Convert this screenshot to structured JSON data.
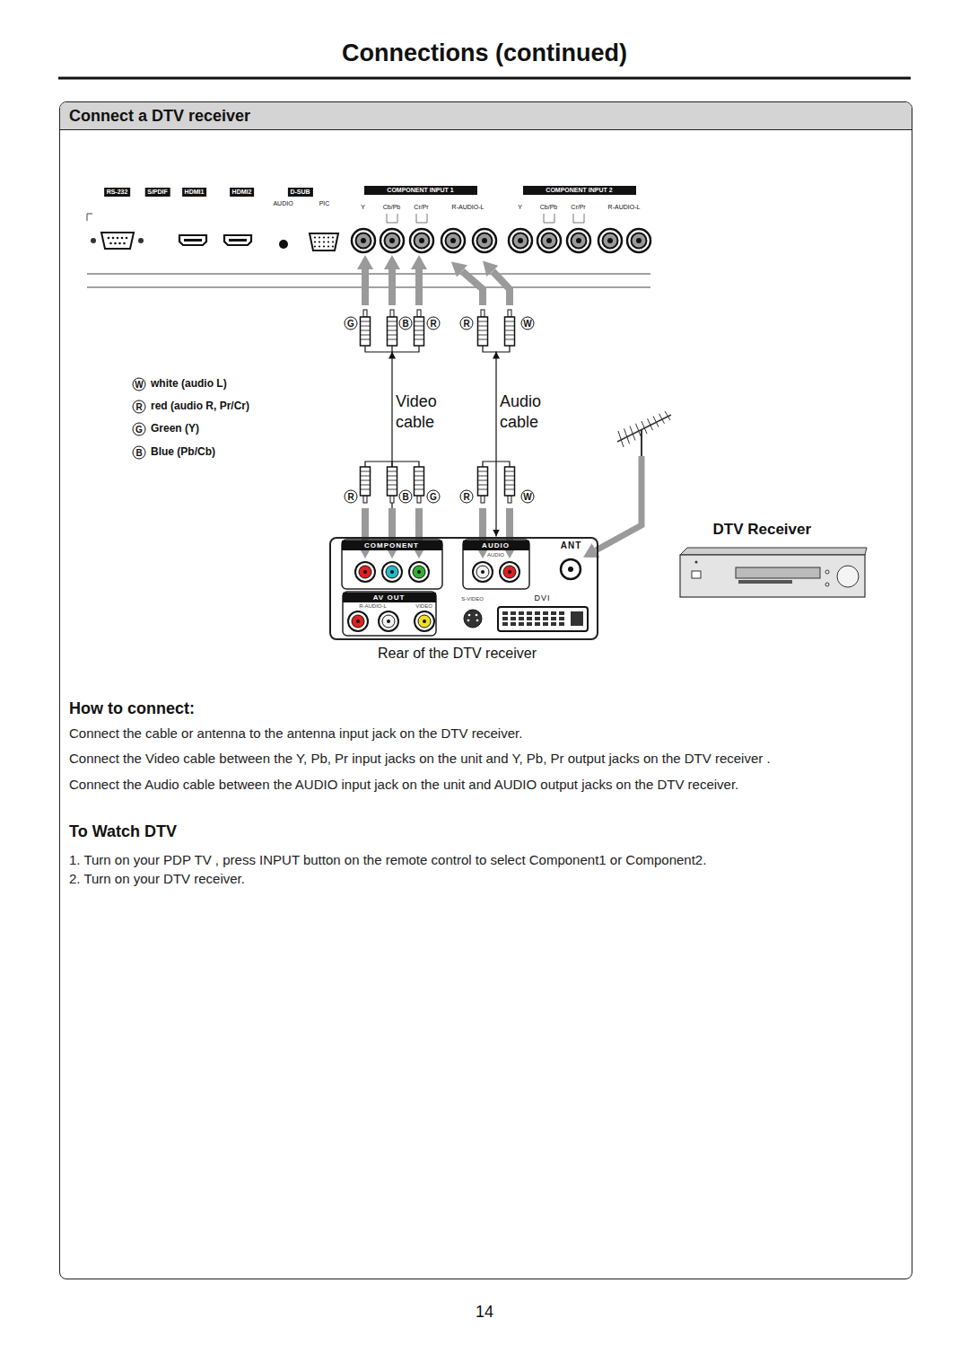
{
  "diagram": {
    "title": "Connections (continued)",
    "nodes": [
      {
        "text": [
          "Connect a DTV receiver"
        ]
      },
      {
        "text": [
          "RS-232",
          "S/PDIF",
          "HDMI1",
          "HDMI2",
          "D-SUB",
          "AUDIO",
          "PIC",
          "COMPONENT INPUT 1",
          "Y",
          "Cb/Pb",
          "Cr/Pr",
          "R-AUDIO-L",
          "COMPONENT INPUT 2",
          "Y",
          "Cb/Pb",
          "Cr/Pr",
          "R-AUDIO-L"
        ],
        "in": 0
      },
      {
        "text": [
          "COMPONENT",
          "AUDIO",
          "AUDIO",
          "ANT",
          "AV OUT",
          "R-AUDIO-L",
          "VIDEO",
          "S-VIDEO",
          "DVI",
          "Rear of the DTV receiver"
        ],
        "in": 0
      },
      {
        "text": [
          "DTV Receiver"
        ],
        "in": 0
      }
    ],
    "edges": [
      {
        "from": 2,
        "to": 1,
        "arrow": "both",
        "label": "Video cable"
      },
      {
        "from": 2,
        "to": 1,
        "arrow": "both",
        "label": "Audio cable"
      }
    ],
    "labels": [
      "G",
      "B",
      "R",
      "R",
      "W",
      "R",
      "B",
      "G",
      "R",
      "W",
      "W",
      "R",
      "G",
      "B",
      "How to connect:",
      "Connect the cable or antenna to the antenna input jack on the DTV receiver.",
      "Connect the Video cable between the Y, Pb, Pr input jacks on the unit and Y, Pb, Pr output jacks on the DTV receiver .",
      "Connect the Audio cable between the AUDIO input jack on the unit and AUDIO output jacks on the DTV receiver.",
      "To Watch DTV",
      "1. Turn on your PDP TV , press INPUT button on the remote control to select Component1 or Component2.",
      "2. Turn on your DTV receiver.",
      "14"
    ],
    "legend": [
      {
        "text": "white (audio L)"
      },
      {
        "text": "red (audio R, Pr/Cr)"
      },
      {
        "text": "Green (Y)"
      },
      {
        "text": "Blue (Pb/Cb)"
      }
    ]
  }
}
